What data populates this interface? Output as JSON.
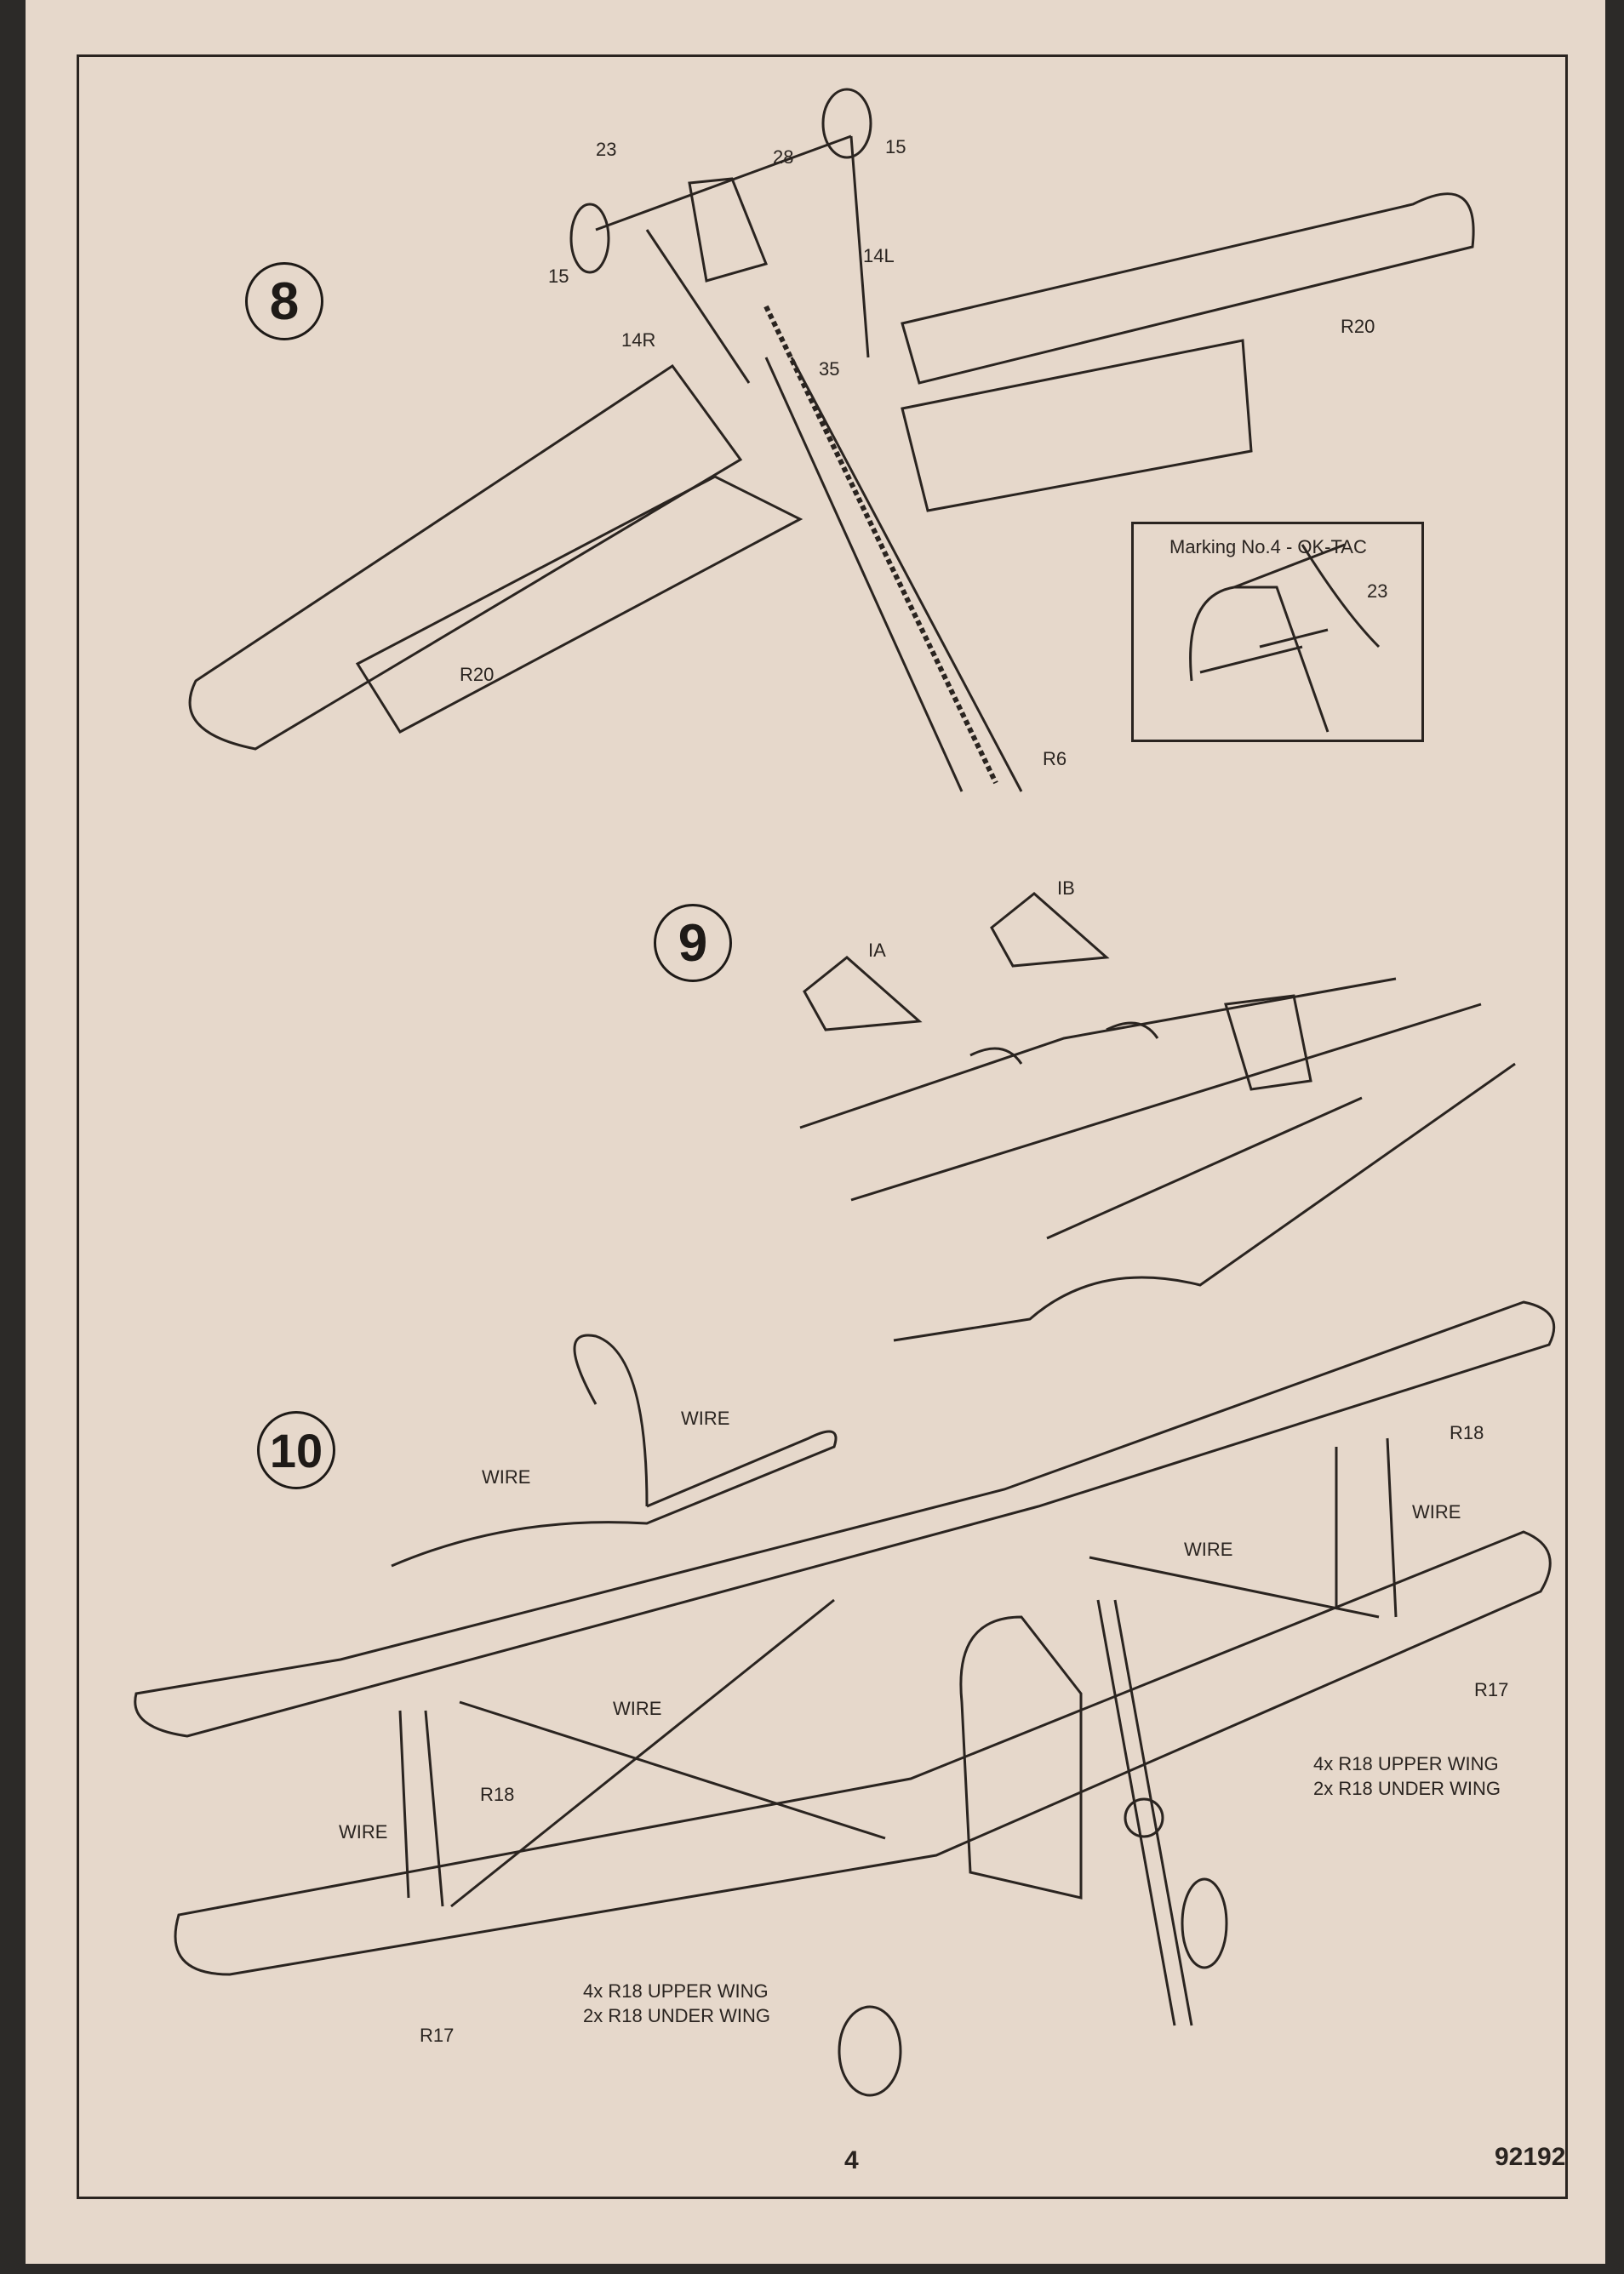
{
  "page": {
    "number": "4",
    "kit_code": "92192"
  },
  "steps": [
    {
      "number": "8",
      "labels": [
        "23",
        "28",
        "15",
        "15",
        "14L",
        "14R",
        "35",
        "R20",
        "R20",
        "R6"
      ],
      "inset": {
        "title": "Marking No.4 - OK-TAC",
        "part": "23"
      }
    },
    {
      "number": "9",
      "labels": [
        "IA",
        "IB"
      ]
    },
    {
      "number": "10",
      "labels": [
        "WIRE",
        "WIRE",
        "R18",
        "WIRE",
        "WIRE",
        "WIRE",
        "R18",
        "WIRE",
        "R17",
        "R17"
      ],
      "notes": {
        "right_line1": "4x R18 UPPER WING",
        "right_line2": "2x R18 UNDER WING",
        "left_line1": "4x R18 UPPER WING",
        "left_line2": "2x R18 UNDER WING"
      }
    }
  ]
}
